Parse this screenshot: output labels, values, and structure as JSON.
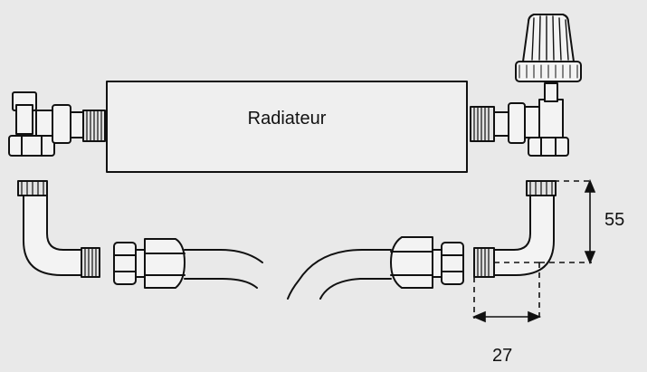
{
  "diagram": {
    "radiator_label": "Radiateur",
    "dimension_height": "55",
    "dimension_width": "27"
  },
  "colors": {
    "background": "#e9e9e9",
    "line": "#111111",
    "fill": "#f3f3f3"
  },
  "icons": [
    "radiator-valve-icon",
    "thermostatic-head-icon",
    "elbow-fitting-icon",
    "union-nut-icon",
    "pipe-icon"
  ]
}
